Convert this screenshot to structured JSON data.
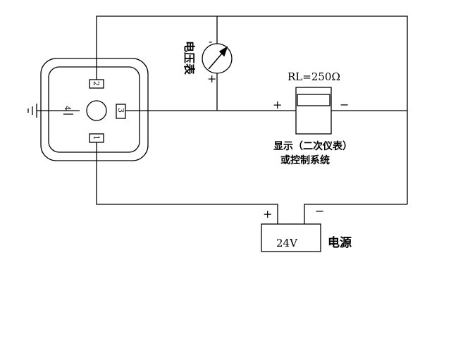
{
  "voltmeter": {
    "label": "电压表",
    "minus": "-",
    "plus": "+"
  },
  "display": {
    "resistance": "RL=250Ω",
    "plus": "+",
    "minus": "−",
    "label_line1": "显示（二次仪表）",
    "label_line2": "或控制系统"
  },
  "power": {
    "voltage": "24V",
    "label": "电源",
    "plus": "+",
    "minus": "−"
  },
  "connector": {
    "pins": [
      "1",
      "2",
      "3",
      "4"
    ]
  }
}
